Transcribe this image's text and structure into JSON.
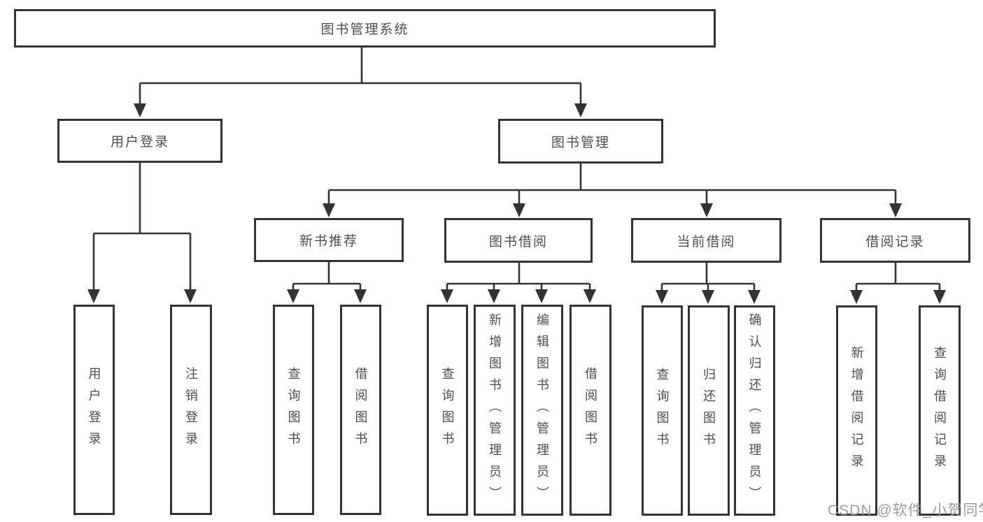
{
  "tree": {
    "root": {
      "label": "图书管理系统"
    },
    "branches": [
      {
        "label": "用户登录",
        "children": [
          {
            "label": "用户登录"
          },
          {
            "label": "注销登录"
          }
        ]
      },
      {
        "label": "图书管理",
        "modules": [
          {
            "label": "新书推荐",
            "children": [
              {
                "label": "查询图书"
              },
              {
                "label": "借阅图书"
              }
            ]
          },
          {
            "label": "图书借阅",
            "children": [
              {
                "label": "查询图书"
              },
              {
                "label": "新增图书（管理员）"
              },
              {
                "label": "编辑图书（管理员）"
              },
              {
                "label": "借阅图书"
              }
            ]
          },
          {
            "label": "当前借阅",
            "children": [
              {
                "label": "查询图书"
              },
              {
                "label": "归还图书"
              },
              {
                "label": "确认归还（管理员）"
              }
            ]
          },
          {
            "label": "借阅记录",
            "children": [
              {
                "label": "新增借阅记录"
              },
              {
                "label": "查询借阅记录"
              }
            ]
          }
        ]
      }
    ]
  },
  "watermark": "CSDN @软件_小贺同学",
  "colors": {
    "line": "#333333",
    "box_border": "#333333",
    "text": "#4d4d4d",
    "background": "#ffffff",
    "watermark": "#9c9c9c"
  }
}
